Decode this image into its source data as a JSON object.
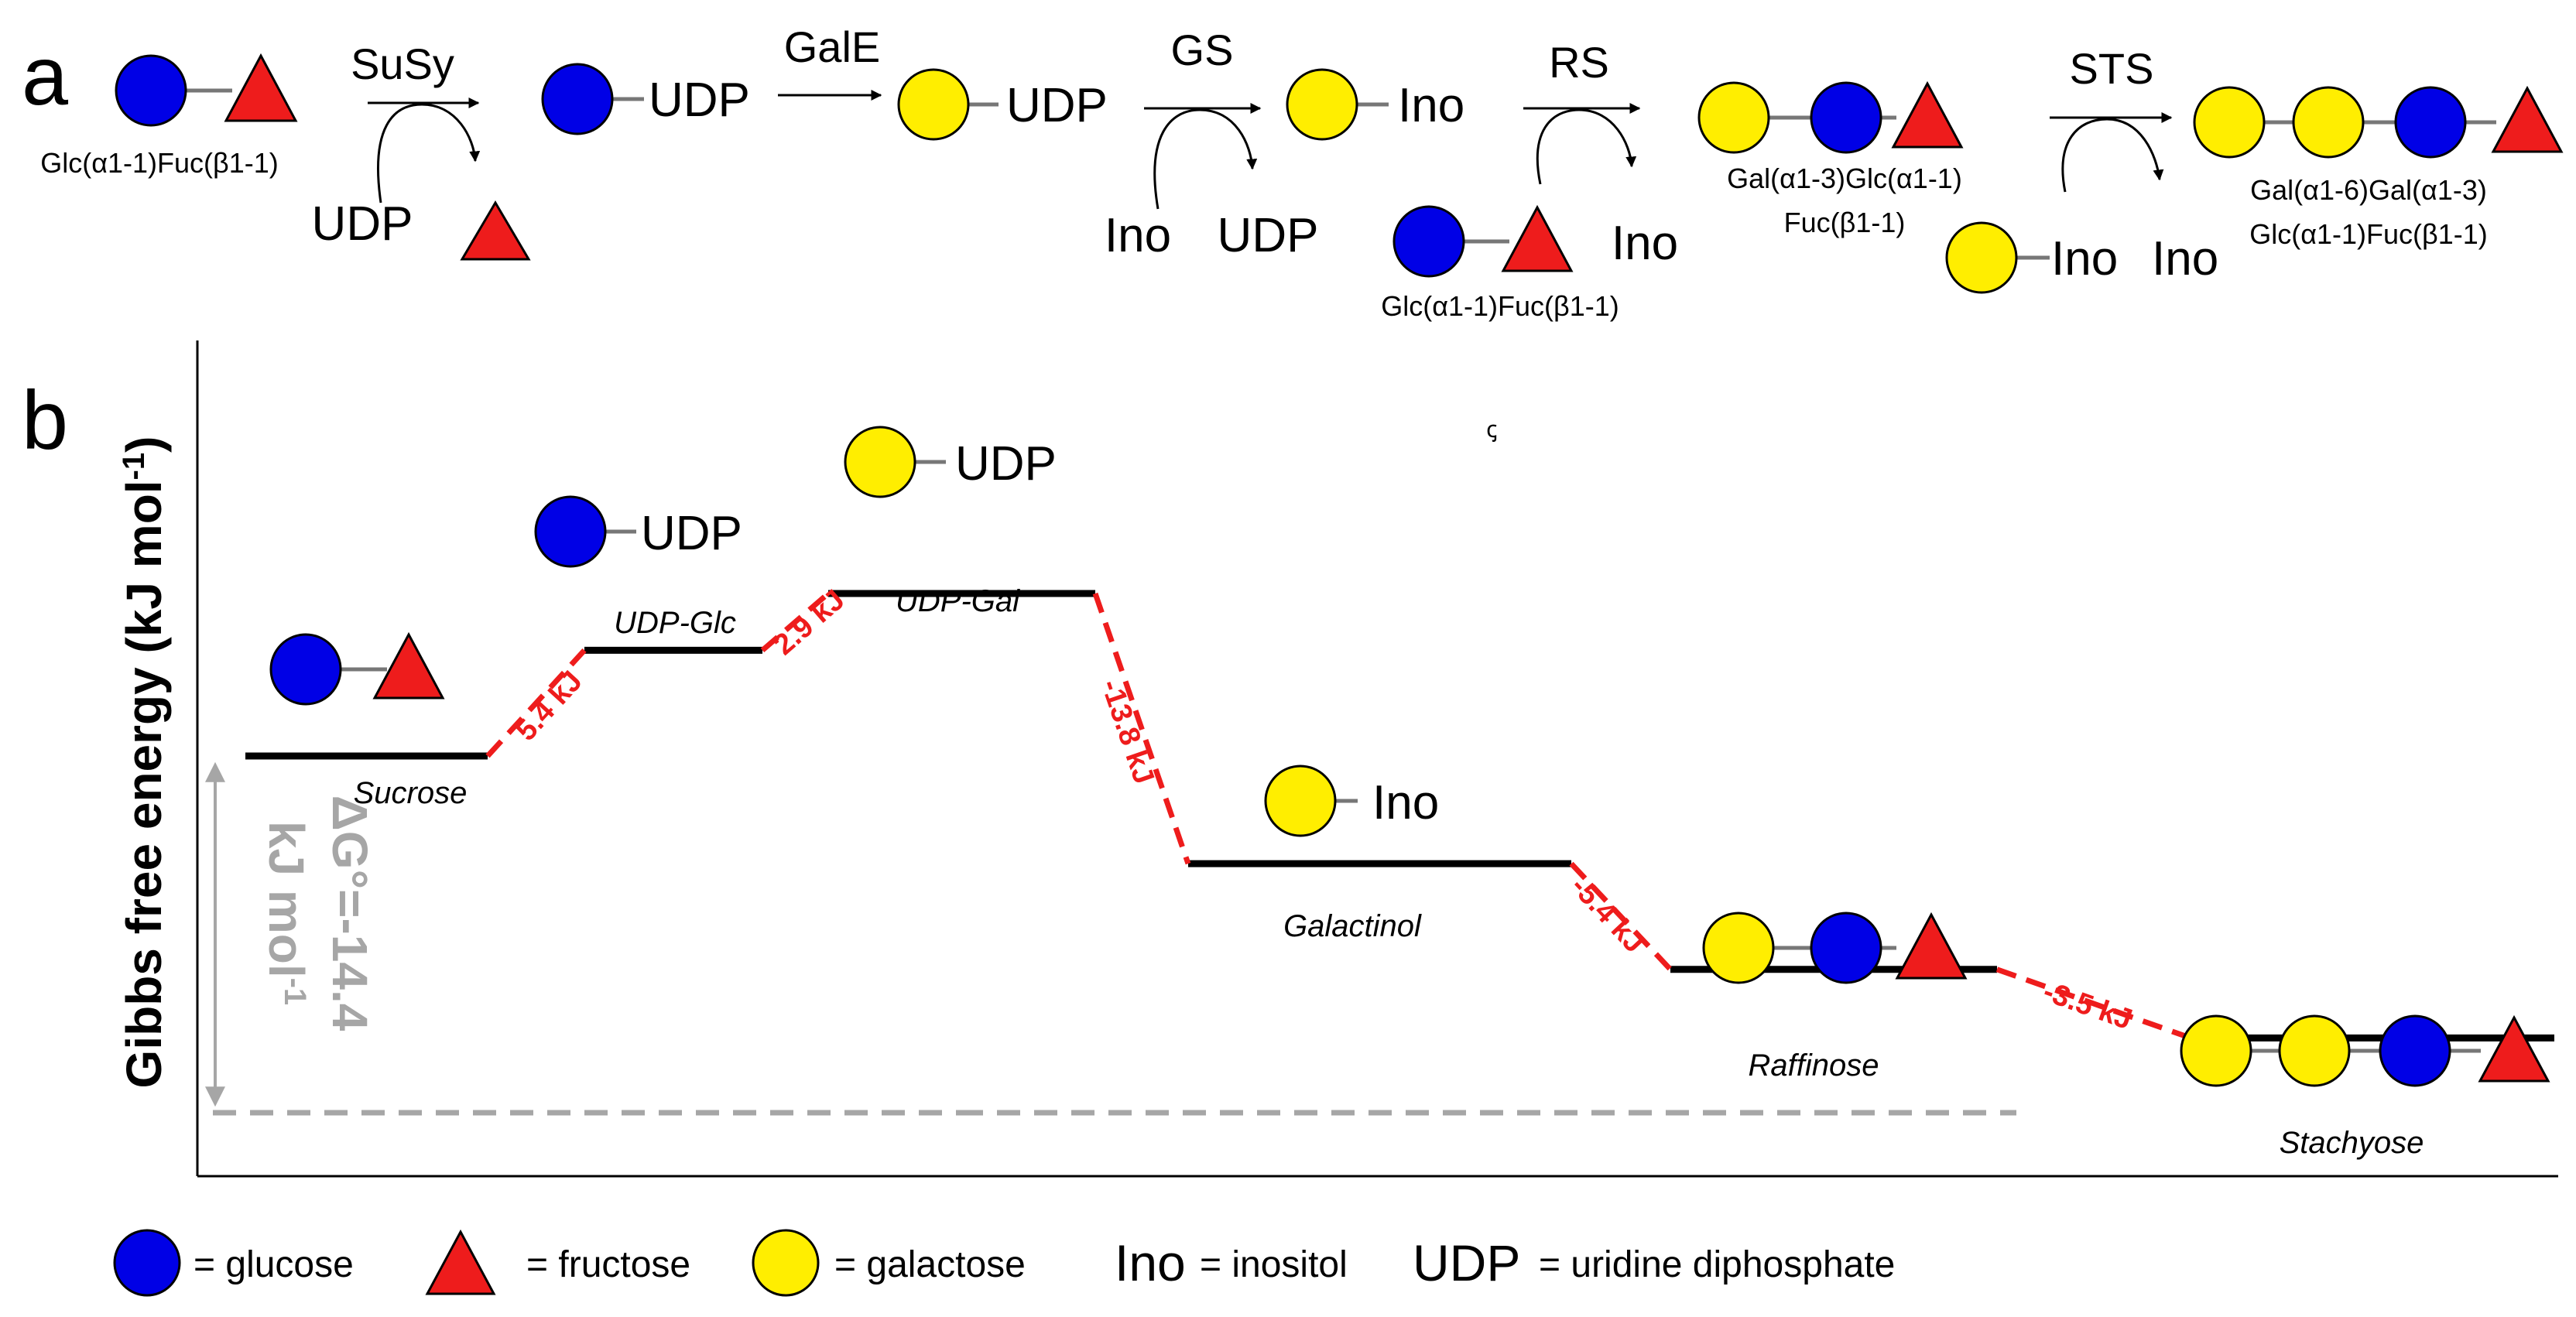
{
  "panel_labels": {
    "a": "a",
    "b": "b"
  },
  "colors": {
    "glucose": "#0000e6",
    "fructose": "#ee1c1c",
    "galactose": "#ffee00",
    "arrow_red": "#ee1c1c",
    "arrow_gray": "#a6a6a6"
  },
  "pathway": {
    "sucrose_caption": "Glc(α1-1)Fuc(β1-1)",
    "susy": {
      "enzyme": "SuSy",
      "cosubstrate": "UDP"
    },
    "udp_glc_label": "UDP",
    "gale": {
      "enzyme": "GalE"
    },
    "udp_gal_label": "UDP",
    "gs": {
      "enzyme": "GS",
      "cosubstrate": "Ino",
      "coproduct": "UDP"
    },
    "galactinol_label": "Ino",
    "rs": {
      "enzyme": "RS",
      "cosubstrate_caption": "Glc(α1-1)Fuc(β1-1)",
      "coproduct": "Ino"
    },
    "raffinose_caption_1": "Gal(α1-3)Glc(α1-1)",
    "raffinose_caption_2": "Fuc(β1-1)",
    "sts": {
      "enzyme": "STS",
      "cosubstrate": "Ino",
      "coproduct": "Ino"
    },
    "stachyose_caption_1": "Gal(α1-6)Gal(α1-3)",
    "stachyose_caption_2": "Glc(α1-1)Fuc(β1-1)"
  },
  "energy": {
    "ylabel": "Gibbs free energy (kJ mol",
    "ylabel_sup": "-1",
    "ylabel_close": ")",
    "overall_line1": "ΔG°=-14.4",
    "overall_line2": "kJ mol",
    "overall_sup": "-1",
    "stray_mark": "ꞔ"
  },
  "chart_data": {
    "type": "line",
    "title": "",
    "ylabel": "Gibbs free energy (kJ mol-1)",
    "states": [
      {
        "name": "Sucrose",
        "relative_energy": 0,
        "icon_label": ""
      },
      {
        "name": "UDP-Glc",
        "relative_energy": 5.4,
        "icon_label": "UDP"
      },
      {
        "name": "UDP-Gal",
        "relative_energy": 8.3,
        "icon_label": "UDP"
      },
      {
        "name": "Galactinol",
        "relative_energy": -5.5,
        "icon_label": "Ino"
      },
      {
        "name": "Raffinose",
        "relative_energy": -10.9,
        "icon_label": ""
      },
      {
        "name": "Stachyose",
        "relative_energy": -14.4,
        "icon_label": ""
      }
    ],
    "step_labels": [
      "5.4 kJ",
      "2.9 kJ",
      "-13.8 kJ",
      "-5.4 kJ",
      "-3.5 kJ"
    ],
    "overall_delta_g": -14.4
  },
  "legend": [
    {
      "symbol": "glucose",
      "text": "= glucose"
    },
    {
      "symbol": "fructose",
      "text": "= fructose"
    },
    {
      "symbol": "galactose",
      "text": "= galactose"
    },
    {
      "symbol": "Ino",
      "text": "= inositol"
    },
    {
      "symbol": "UDP",
      "text": "= uridine diphosphate"
    }
  ]
}
